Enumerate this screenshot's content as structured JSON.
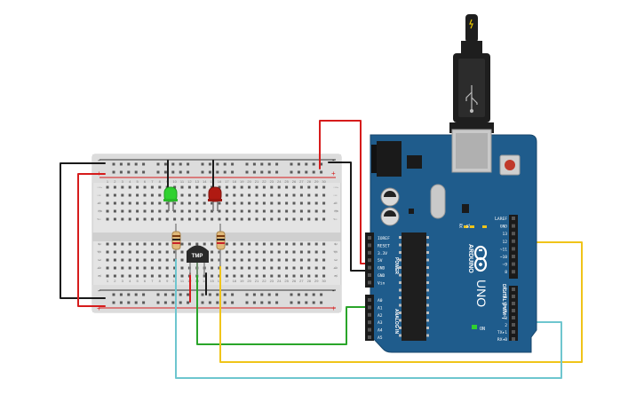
{
  "breadboard": {
    "columns": [
      1,
      2,
      3,
      4,
      5,
      6,
      7,
      8,
      9,
      10,
      11,
      12,
      13,
      14,
      15,
      16,
      17,
      18,
      19,
      20,
      21,
      22,
      23,
      24,
      25,
      26,
      27,
      28,
      29,
      30
    ],
    "rows_top": [
      "j",
      "i",
      "h",
      "g",
      "f"
    ],
    "rows_bottom": [
      "e",
      "d",
      "c",
      "b",
      "a"
    ],
    "rail_plus": "+",
    "rail_minus": "-"
  },
  "components": {
    "sensor_label": "TMP",
    "led_green_color": "#2fd12f",
    "led_red_color": "#b01a12"
  },
  "arduino": {
    "brand": "ARDUINO",
    "model": "UNO",
    "power_header_title": "POWER",
    "power_pins": [
      "IOREF",
      "RESET",
      "3.3V",
      "5V",
      "GND",
      "GND",
      "Vin"
    ],
    "analog_header_title": "ANALOG IN",
    "analog_pins": [
      "A0",
      "A1",
      "A2",
      "A3",
      "A4",
      "A5"
    ],
    "digital_header_title": "DIGITAL (PWM~)",
    "digital_pins_top": [
      "AREF",
      "GND",
      "13",
      "12",
      "~11",
      "~10",
      "~9",
      "8"
    ],
    "digital_pins_bottom": [
      "7",
      "~6",
      "~5",
      "4",
      "~3",
      "2",
      "TX▸1",
      "RX◂0"
    ],
    "led_labels": [
      "L",
      "TX",
      "RX"
    ],
    "on_label": "ON",
    "board_color": "#1f5c8c"
  },
  "wire_colors": {
    "red": "#d61c1c",
    "black": "#1a1a1a",
    "green": "#2aa52a",
    "yellow": "#f0c419",
    "cyan": "#6ec6cf"
  }
}
